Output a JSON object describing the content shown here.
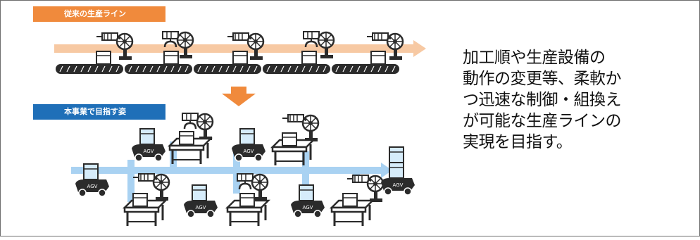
{
  "diagram": {
    "old_line_label": "従来の生産ライン",
    "new_line_label": "本事業で目指す姿",
    "agv_text": "AGV",
    "colors": {
      "old_accent": "#f08a3c",
      "old_flow": "#f7c9a3",
      "new_accent": "#1f6fb8",
      "new_flow": "#a9d2f2",
      "arrow_down": "#f08a3c",
      "ink": "#2b2b2b",
      "box_fill": "#d6ecfa"
    },
    "icons": [
      "robot-arm-icon",
      "drill-robot-icon",
      "conveyor-belt-icon",
      "agv-cart-icon",
      "workbench-icon",
      "product-box-icon"
    ]
  },
  "caption": {
    "text": "加工順や生産設備の\n動作の変更等、柔軟か\nつ迅速な制御・組換え\nが可能な生産ラインの\n実現を目指す。"
  }
}
